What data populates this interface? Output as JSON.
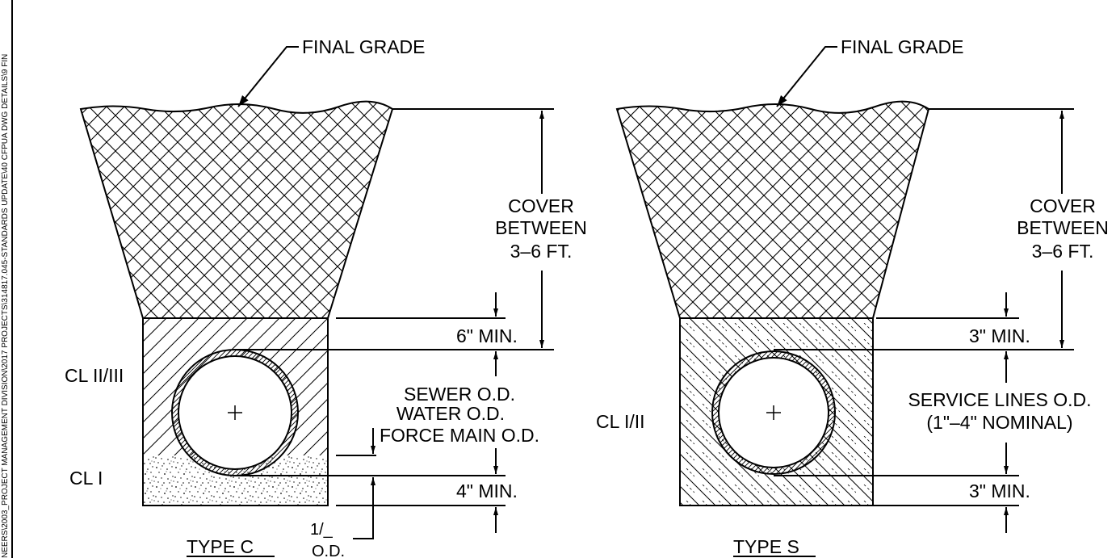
{
  "sidebar_path": "NEERS\\2003_PROJECT MANAGEMENT DIVISION\\2017 PROJECTS\\314817.045-STANDARDS UPDATE\\40 CFPUA DWG DETAILS\\9 FIN",
  "left": {
    "final_grade": "FINAL GRADE",
    "cover_line1": "COVER",
    "cover_line2": "BETWEEN",
    "cover_line3": "3–6  FT.",
    "min_top": "6\"  MIN.",
    "od_line1": "SEWER  O.D.",
    "od_line2": "WATER  O.D.",
    "od_line3": "FORCE MAIN O.D.",
    "min_bottom": "4\"  MIN.",
    "class_upper": "CL  II/III",
    "class_lower": "CL  I",
    "fraction": "1/_",
    "fraction_od": "O.D.",
    "type_label": "TYPE  C"
  },
  "right": {
    "final_grade": "FINAL GRADE",
    "cover_line1": "COVER",
    "cover_line2": "BETWEEN",
    "cover_line3": "3–6  FT.",
    "min_top": "3\"  MIN.",
    "od_line1": "SERVICE  LINES  O.D.",
    "od_line2": "(1\"–4\"  NOMINAL)",
    "min_bottom": "3\"  MIN.",
    "class_label": "CL  I/II",
    "type_label": "TYPE  S"
  }
}
